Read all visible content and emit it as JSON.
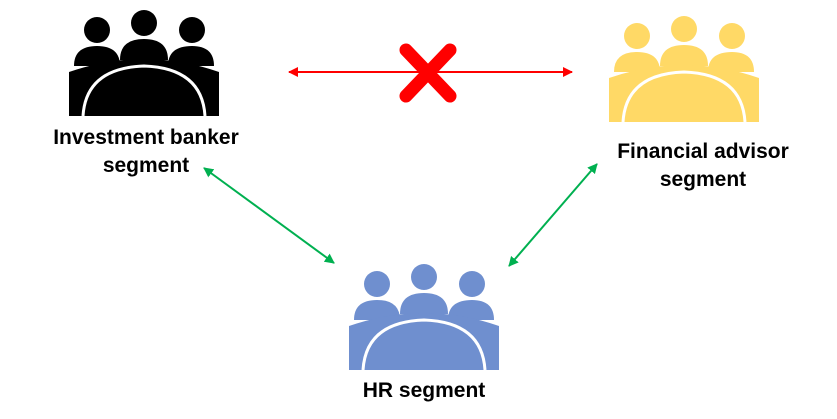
{
  "groups": {
    "investment_banker": {
      "line1": "Investment banker",
      "line2": "segment",
      "color": "#000000"
    },
    "financial_advisor": {
      "line1": "Financial advisor",
      "line2": "segment",
      "color": "#ffd966"
    },
    "hr": {
      "line1": "HR segment",
      "color": "#6f8fcf"
    }
  },
  "connections": [
    {
      "from": "investment_banker",
      "to": "financial_advisor",
      "status": "blocked",
      "color": "#ff0000"
    },
    {
      "from": "investment_banker",
      "to": "hr",
      "status": "allowed",
      "color": "#00b050"
    },
    {
      "from": "financial_advisor",
      "to": "hr",
      "status": "allowed",
      "color": "#00b050"
    }
  ]
}
